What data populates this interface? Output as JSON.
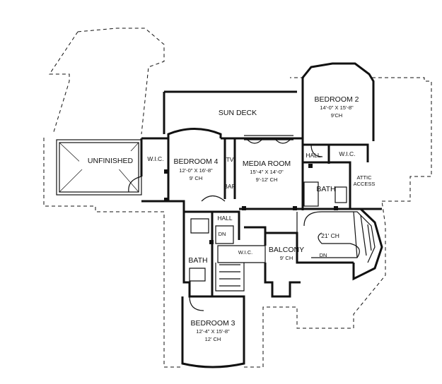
{
  "rooms": {
    "unfinished": {
      "name": "UNFINISHED"
    },
    "wic_left": {
      "name": "W.I.C."
    },
    "bedroom4": {
      "name": "BEDROOM 4",
      "size": "12'-0\" X 16'-8\"",
      "ceiling": "9' CH"
    },
    "sun_deck": {
      "name": "SUN DECK"
    },
    "tv": {
      "name": "TV"
    },
    "bar": {
      "name": "BAR"
    },
    "media_room": {
      "name": "MEDIA ROOM",
      "size": "15'-4\" X 14'-0\"",
      "ceiling": "9'-12' CH"
    },
    "bedroom2": {
      "name": "BEDROOM 2",
      "size": "14'-0\" X 15'-8\"",
      "ceiling": "9'CH"
    },
    "hall_right": {
      "name": "HALL"
    },
    "wic_right": {
      "name": "W.I.C."
    },
    "attic_access": {
      "line1": "ATTIC",
      "line2": "ACCESS"
    },
    "bath_right": {
      "name": "BATH"
    },
    "hall_center": {
      "name": "HALL"
    },
    "dn_center": {
      "name": "DN"
    },
    "wic_center": {
      "name": "W.I.C."
    },
    "balcony": {
      "name": "BALCONY",
      "ceiling": "9' CH"
    },
    "stair_ch": {
      "name": "21' CH"
    },
    "dn_right": {
      "name": "DN"
    },
    "bath_left": {
      "name": "BATH"
    },
    "bedroom3": {
      "name": "BEDROOM 3",
      "size": "12'-4\" X 15'-8\"",
      "ceiling": "12' CH"
    }
  }
}
